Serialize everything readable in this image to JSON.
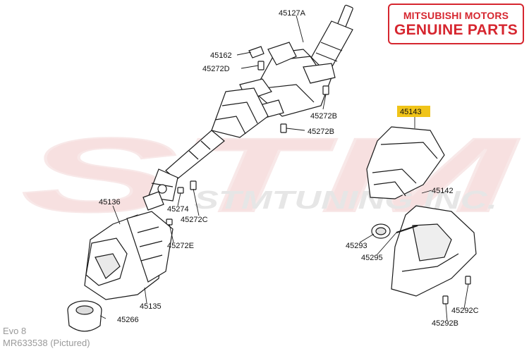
{
  "watermark": {
    "big_letters": "STM",
    "tagline": "STMTUNING.INC."
  },
  "badge": {
    "line1": "MITSUBISHI MOTORS",
    "line2": "GENUINE PARTS",
    "color": "#d6262f"
  },
  "highlight_color": "#f0c419",
  "parts": {
    "p45127A": "45127A",
    "p45162": "45162",
    "p45272D": "45272D",
    "p45272B_upper": "45272B",
    "p45272B_lower": "45272B",
    "p45143": "45143",
    "p45142": "45142",
    "p45136": "45136",
    "p45274": "45274",
    "p45272C": "45272C",
    "p45272E": "45272E",
    "p45293": "45293",
    "p45295": "45295",
    "p45135": "45135",
    "p45266": "45266",
    "p45292C": "45292C",
    "p45292B": "45292B"
  },
  "footer": {
    "model": "Evo 8",
    "part_number": "MR633538  (Pictured)"
  }
}
